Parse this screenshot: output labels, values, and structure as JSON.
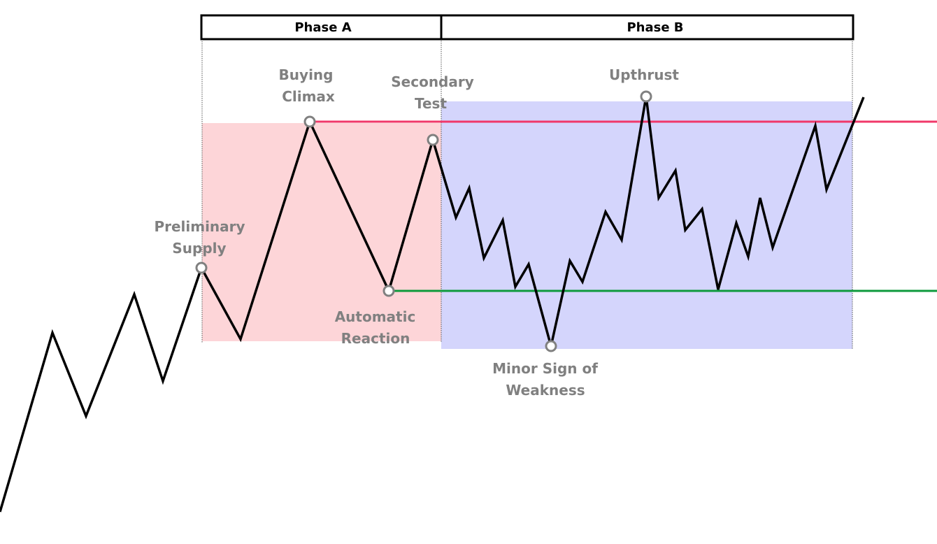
{
  "phases": [
    {
      "label": "Phase A"
    },
    {
      "label": "Phase B"
    }
  ],
  "events": {
    "preliminary_supply": {
      "line1": "Preliminary",
      "line2": "Supply"
    },
    "buying_climax": {
      "line1": "Buying",
      "line2": "Climax"
    },
    "secondary_test": {
      "line1": "Secondary",
      "line2": "Test"
    },
    "automatic_reaction": {
      "line1": "Automatic",
      "line2": "Reaction"
    },
    "minor_sign_of_weakness": {
      "line1": "Minor Sign of",
      "line2": "Weakness"
    },
    "upthrust": {
      "line1": "Upthrust"
    }
  },
  "colors": {
    "phase_a_fill": "#fdd5d8",
    "phase_b_fill": "#d4d5fc",
    "resistance_line": "#f0386a",
    "support_line": "#0e9a3c",
    "price_line": "#000000",
    "event_marker": "#808080",
    "label_text": "#808080"
  }
}
